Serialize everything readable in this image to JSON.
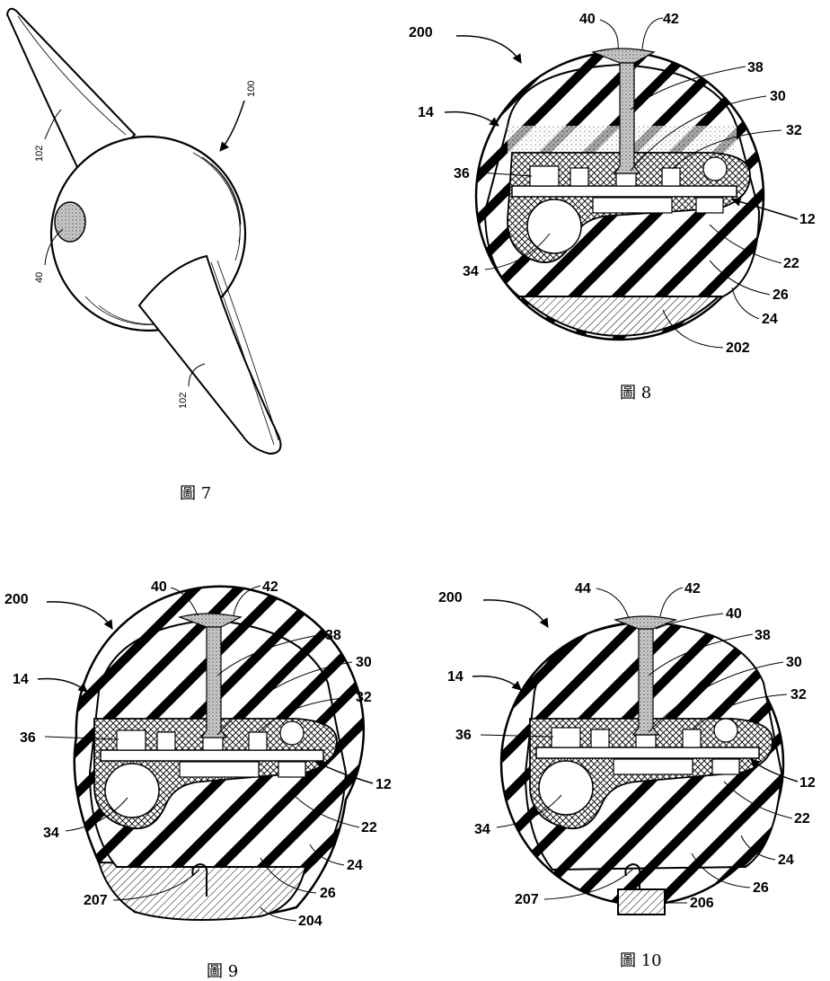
{
  "sheet": {
    "figures": [
      {
        "id": "fig7",
        "caption": "圖 7",
        "labels": {
          "device": "100",
          "fin_upper": "102",
          "fin_lower": "102",
          "window": "40"
        }
      },
      {
        "id": "fig8",
        "caption": "圖 8",
        "labels": {
          "device": "200",
          "top_left": "40",
          "top_right": "42",
          "channel": "38",
          "sensor": "30",
          "comp": "32",
          "left_comp": "36",
          "board": "12",
          "shell": "14",
          "battery": "34",
          "cavity": "22",
          "fill": "26",
          "outer": "24",
          "base": "202"
        }
      },
      {
        "id": "fig9",
        "caption": "圖 9",
        "labels": {
          "device": "200",
          "top_left": "40",
          "top_right": "42",
          "channel": "38",
          "sensor": "30",
          "comp": "32",
          "left_comp": "36",
          "board": "12",
          "shell": "14",
          "battery": "34",
          "cavity": "22",
          "fill": "26",
          "outer": "24",
          "hook": "207",
          "base": "204"
        }
      },
      {
        "id": "fig10",
        "caption": "圖 10",
        "labels": {
          "device": "200",
          "top_left": "44",
          "top_right": "42",
          "window": "40",
          "channel": "38",
          "sensor": "30",
          "comp": "32",
          "left_comp": "36",
          "board": "12",
          "shell": "14",
          "battery": "34",
          "cavity": "22",
          "fill": "26",
          "outer": "24",
          "hook": "207",
          "base": "206"
        }
      }
    ]
  }
}
